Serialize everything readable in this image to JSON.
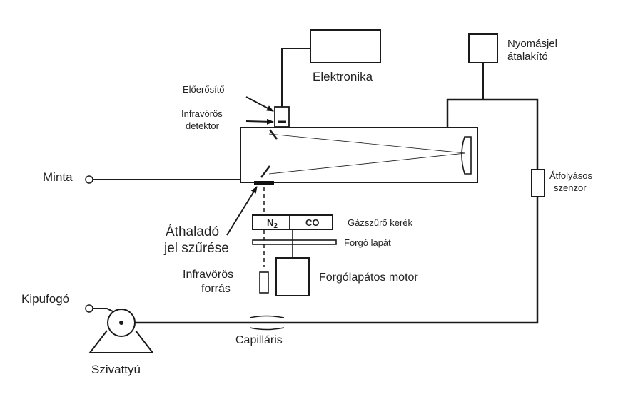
{
  "labels": {
    "elektronika": "Elektronika",
    "nyomasjel_line1": "Nyomásjel",
    "nyomasjel_line2": "átalakító",
    "eloerosito": "Előerősítő",
    "infravoros_detektor_line1": "Infravörös",
    "infravoros_detektor_line2": "detektor",
    "minta": "Minta",
    "atfolyasos_line1": "Átfolyásos",
    "atfolyasos_line2": "szenzor",
    "athalado_line1": "Áthaladó",
    "athalado_line2": "jel szűrése",
    "gaz_n2": "N",
    "gaz_n2_sub": "2",
    "gaz_co": "CO",
    "gazszuro_kerek": "Gázszűrő kerék",
    "forgo_lapat": "Forgó lapát",
    "infravoros_forras_line1": "Infravörös",
    "infravoros_forras_line2": "forrás",
    "forgolapatos_motor": "Forgólapátos motor",
    "kipufogo": "Kipufogó",
    "capillaris": "Capilláris",
    "szivattyu": "Szivattyú"
  }
}
